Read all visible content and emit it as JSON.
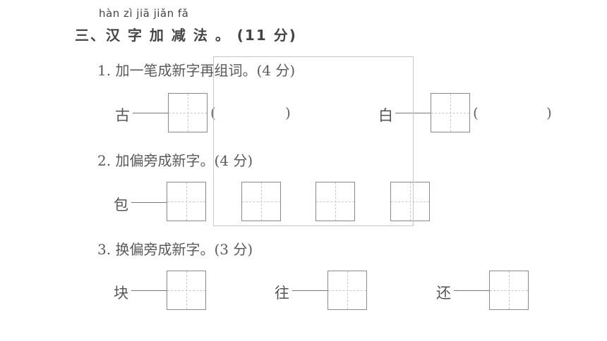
{
  "header": {
    "pinyin": "hàn zì jiā jiǎn fǎ",
    "title": "三、汉 字 加 减 法 。 (11 分)"
  },
  "questions": [
    {
      "title": "1. 加一笔成新字再组词。(4 分)",
      "items": [
        {
          "char": "古",
          "paren_open": "(",
          "paren_close": ")"
        },
        {
          "char": "白",
          "paren_open": "(",
          "paren_close": ")"
        }
      ]
    },
    {
      "title": "2. 加偏旁成新字。(4 分)",
      "items": [
        {
          "char": "包"
        }
      ]
    },
    {
      "title": "3. 换偏旁成新字。(3 分)",
      "items": [
        {
          "char": "块"
        },
        {
          "char": "往"
        },
        {
          "char": "还"
        }
      ]
    }
  ]
}
